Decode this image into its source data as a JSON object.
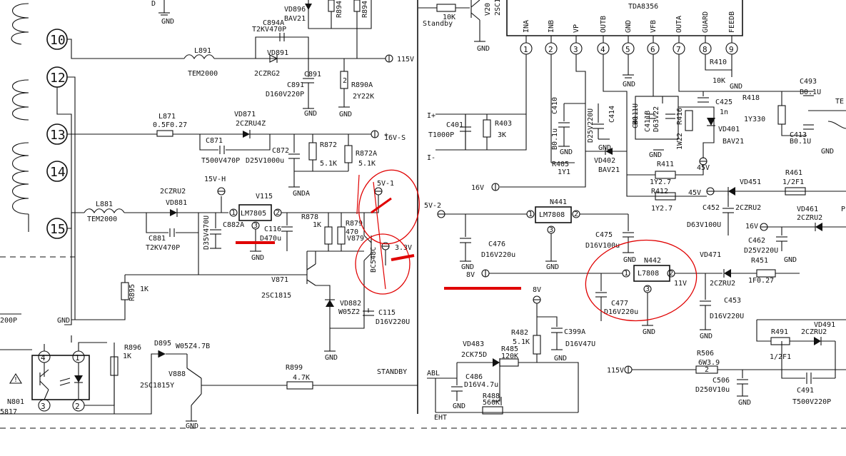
{
  "left_panel": {
    "connector_pins": [
      "10",
      "12",
      "13",
      "14",
      "15"
    ],
    "labels": {
      "d_top": "D",
      "gnd": "GND",
      "vd896": "VD896",
      "bav21": "BAV21",
      "r894": "R894",
      "r89x": "R894",
      "c894a": "C894A",
      "c894a_val": "T2KV470P",
      "l891": "L891",
      "tem2000_a": "TEM2000",
      "vd891": "VD891",
      "vd891_val": "2CZRG2",
      "v115": "115V",
      "c891": "C891",
      "c891_val": "D160V220P",
      "r890a": "R890A",
      "r890a_val": "2Y22K",
      "r890a_num": "2",
      "l871": "L871",
      "l871_val": "0.5F0.27",
      "vd871": "VD871",
      "vd871_val": "2CZRU4Z",
      "c871": "C871",
      "c871_val": "T500V470P",
      "c872": "C872",
      "c872_val": "D25V1000u",
      "r872": "R872",
      "r872_val": "5.1K",
      "r872a": "R872A",
      "r872a_val": "5.1K",
      "v16s": "16V-S",
      "gnda": "GNDA",
      "v15h": "15V-H",
      "d2czru2": "2CZRU2",
      "v115_ic": "V115",
      "vd881": "VD881",
      "l881": "L881",
      "tem2000_b": "TEM2000",
      "lm7805": "LM7805",
      "c882a": "C882A",
      "c881": "C881",
      "c881_val": "T2KV470P",
      "d35v470u": "D35V470U",
      "c116": "C116",
      "c116_val": "D470u",
      "r878": "R878",
      "r878_val": "1K",
      "r879": "R879",
      "r879_val": "470",
      "v879": "V879",
      "bc548c": "BC548C",
      "v5_1": "5V-1",
      "v3_3": "3.3V",
      "v871": "V871",
      "sc1815": "2SC1815",
      "vd882": "VD882",
      "w05z2": "W05Z2",
      "c115": "C115",
      "c115_val": "D16V220U",
      "r895": "R895",
      "r895_val": "1K",
      "c200p": "200P",
      "r896": "R896",
      "r896_val": "1K",
      "d895": "D895",
      "d895_val": "W05Z4.7B",
      "v888": "V888",
      "v888_val": "2SC1815Y",
      "r899": "R899",
      "r899_val": "4.7K",
      "standby": "STANDBY",
      "n801": "N801",
      "pc817": "5817",
      "pin4": "4",
      "pin1": "1",
      "pin3": "3",
      "pin2": "2",
      "c1": "1",
      "c2": "2",
      "c3": "3",
      "warn": "!"
    }
  },
  "right_panel": {
    "ic_pins": [
      "1",
      "2",
      "3",
      "4",
      "5",
      "6",
      "7",
      "8",
      "9"
    ],
    "ic_pin_names": [
      "INA",
      "INB",
      "VP",
      "OUTB",
      "GND",
      "VFB",
      "OUTA",
      "GUARD",
      "FEEDB"
    ],
    "labels": {
      "r10k": "10K",
      "standby": "Standby",
      "v20": "V20",
      "sc1": "2SC1",
      "gnd": "GND",
      "tda8356": "TDA8356",
      "r410": "R410",
      "r410_val": "10K",
      "c493": "C493",
      "c493_val": "B0.1U",
      "te": "TE",
      "c425": "C425",
      "c425_val": "1n",
      "r418": "R418",
      "r418_val": "1Y330",
      "c413": "C413",
      "c413_val": "B0.1U",
      "i_plus": "I+",
      "i_minus": "I-",
      "c401": "C401",
      "c401_val": "T1000P",
      "r403": "R403",
      "r403_val": "3K",
      "c410": "C410",
      "c410_val": "B0.1u",
      "c414": "C414",
      "c414_val": "D25V220U",
      "c411b": "C411B",
      "c411b_val": "D63V22",
      "c411": "C411",
      "c411_val": "B0.1U",
      "r416": "R416",
      "r416_val": "1W22",
      "vd401": "VD401",
      "vd401_val": "BAV21",
      "v45": "45V",
      "r405": "R405",
      "r405_val": "1Y1",
      "vd402": "VD402",
      "vd402_val": "BAV21",
      "r411": "R411",
      "r411_val": "1Y2.7",
      "r412": "R412",
      "r412_val": "1Y2.7",
      "v16": "16V",
      "v45b": "45V",
      "vd451": "VD451",
      "r461": "R461",
      "r461_val": "1/2F1",
      "v5_2": "5V-2",
      "n441": "N441",
      "lm7808": "LM7808",
      "c476": "C476",
      "c476_val": "D16V220u",
      "c475": "C475",
      "c475_val": "D16V100u",
      "c452": "C452",
      "c452_val": "D63V100U",
      "d2czru2": "2CZRU2",
      "v16b": "16V",
      "c462": "C462",
      "c462_val": "D25V220U",
      "vd461": "VD461",
      "vd461_val": "2CZRU2",
      "p": "P",
      "n442": "N442",
      "l7808": "L7808",
      "v8": "8V",
      "v11": "11V",
      "vd471": "VD471",
      "r451": "R451",
      "r451_val": "1F0.27",
      "d2czru2b": "2CZRU2",
      "c477": "C477",
      "c477_val": "D16V220u",
      "c453": "C453",
      "c453_val": "D16V220U",
      "v8b": "8V",
      "vd483": "VD483",
      "vd483_val": "2CK75D",
      "r482": "R482",
      "r482_val": "5.1K",
      "c399a": "C399A",
      "c399a_val": "D16V47U",
      "r485": "R485",
      "r485_val": "120K",
      "abl": "ABL",
      "c486": "C486",
      "c486_val": "D16V4.7u",
      "r488": "R488",
      "r488_val": "560K",
      "eht": "EHT",
      "v115": "115V",
      "r506": "R506",
      "r506_val": "6W3.9",
      "r506_num": "2",
      "c506": "C506",
      "c506_val": "D250V10u",
      "r491": "R491",
      "r491_val": "1/2F1",
      "vd491": "VD491",
      "vd491_val": "2CZRU2",
      "c491": "C491",
      "c491_val": "T500V220P",
      "r8": "2",
      "r_n441_1": "1",
      "r_n441_2": "2",
      "r_n441_3": "3",
      "r_n442_1": "1",
      "r_n442_2": "2",
      "r_n442_3": "3"
    }
  }
}
